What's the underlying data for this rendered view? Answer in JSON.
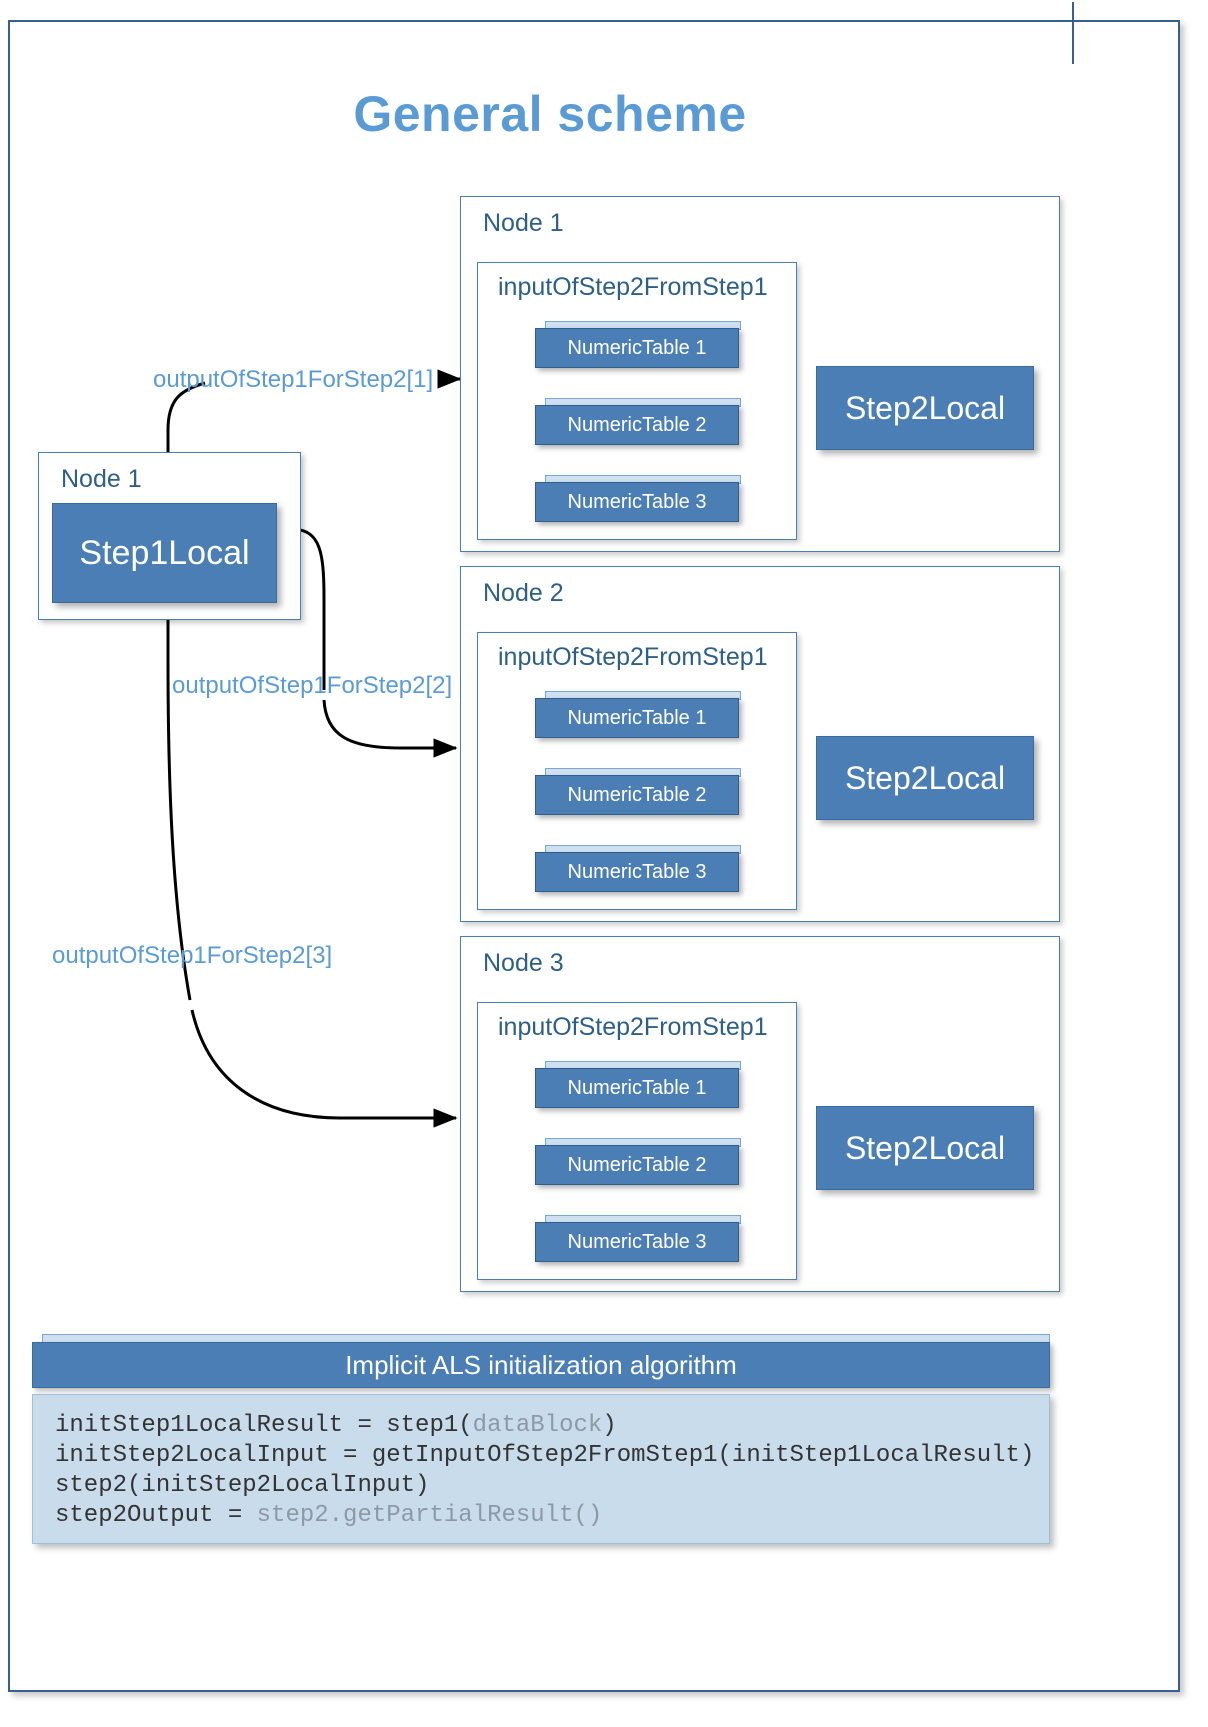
{
  "title": "General scheme",
  "left_node": {
    "label": "Node 1",
    "step_label": "Step1Local"
  },
  "edge_labels": [
    "outputOfStep1ForStep2[1]",
    "outputOfStep1ForStep2[2]",
    "outputOfStep1ForStep2[3]"
  ],
  "nodes": [
    {
      "label": "Node 1",
      "input_label": "inputOfStep2FromStep1",
      "tables": [
        "NumericTable 1",
        "NumericTable 2",
        "NumericTable 3"
      ],
      "step_label": "Step2Local"
    },
    {
      "label": "Node 2",
      "input_label": "inputOfStep2FromStep1",
      "tables": [
        "NumericTable 1",
        "NumericTable 2",
        "NumericTable 3"
      ],
      "step_label": "Step2Local"
    },
    {
      "label": "Node 3",
      "input_label": "inputOfStep2FromStep1",
      "tables": [
        "NumericTable 1",
        "NumericTable 2",
        "NumericTable 3"
      ],
      "step_label": "Step2Local"
    }
  ],
  "code_panel": {
    "header": "Implicit ALS initialization algorithm",
    "lines": [
      {
        "main": "initStep1LocalResult = step1(",
        "dim": "dataBlock",
        "tail": ")"
      },
      {
        "main": "initStep2LocalInput = getInputOfStep2FromStep1(initStep1LocalResult)",
        "dim": "",
        "tail": ""
      },
      {
        "main": "step2(initStep2LocalInput)",
        "dim": "",
        "tail": ""
      },
      {
        "main": "step2Output = ",
        "dim": "step2.getPartialResult()",
        "tail": ""
      }
    ]
  },
  "colors": {
    "accent_blue": "#4a7eb5",
    "title_blue": "#5b9bd5",
    "label_blue": "#2e5f87",
    "panel_blue": "#c9dcec",
    "strip_blue": "#cfe0f0",
    "frame_border": "#36618e"
  }
}
